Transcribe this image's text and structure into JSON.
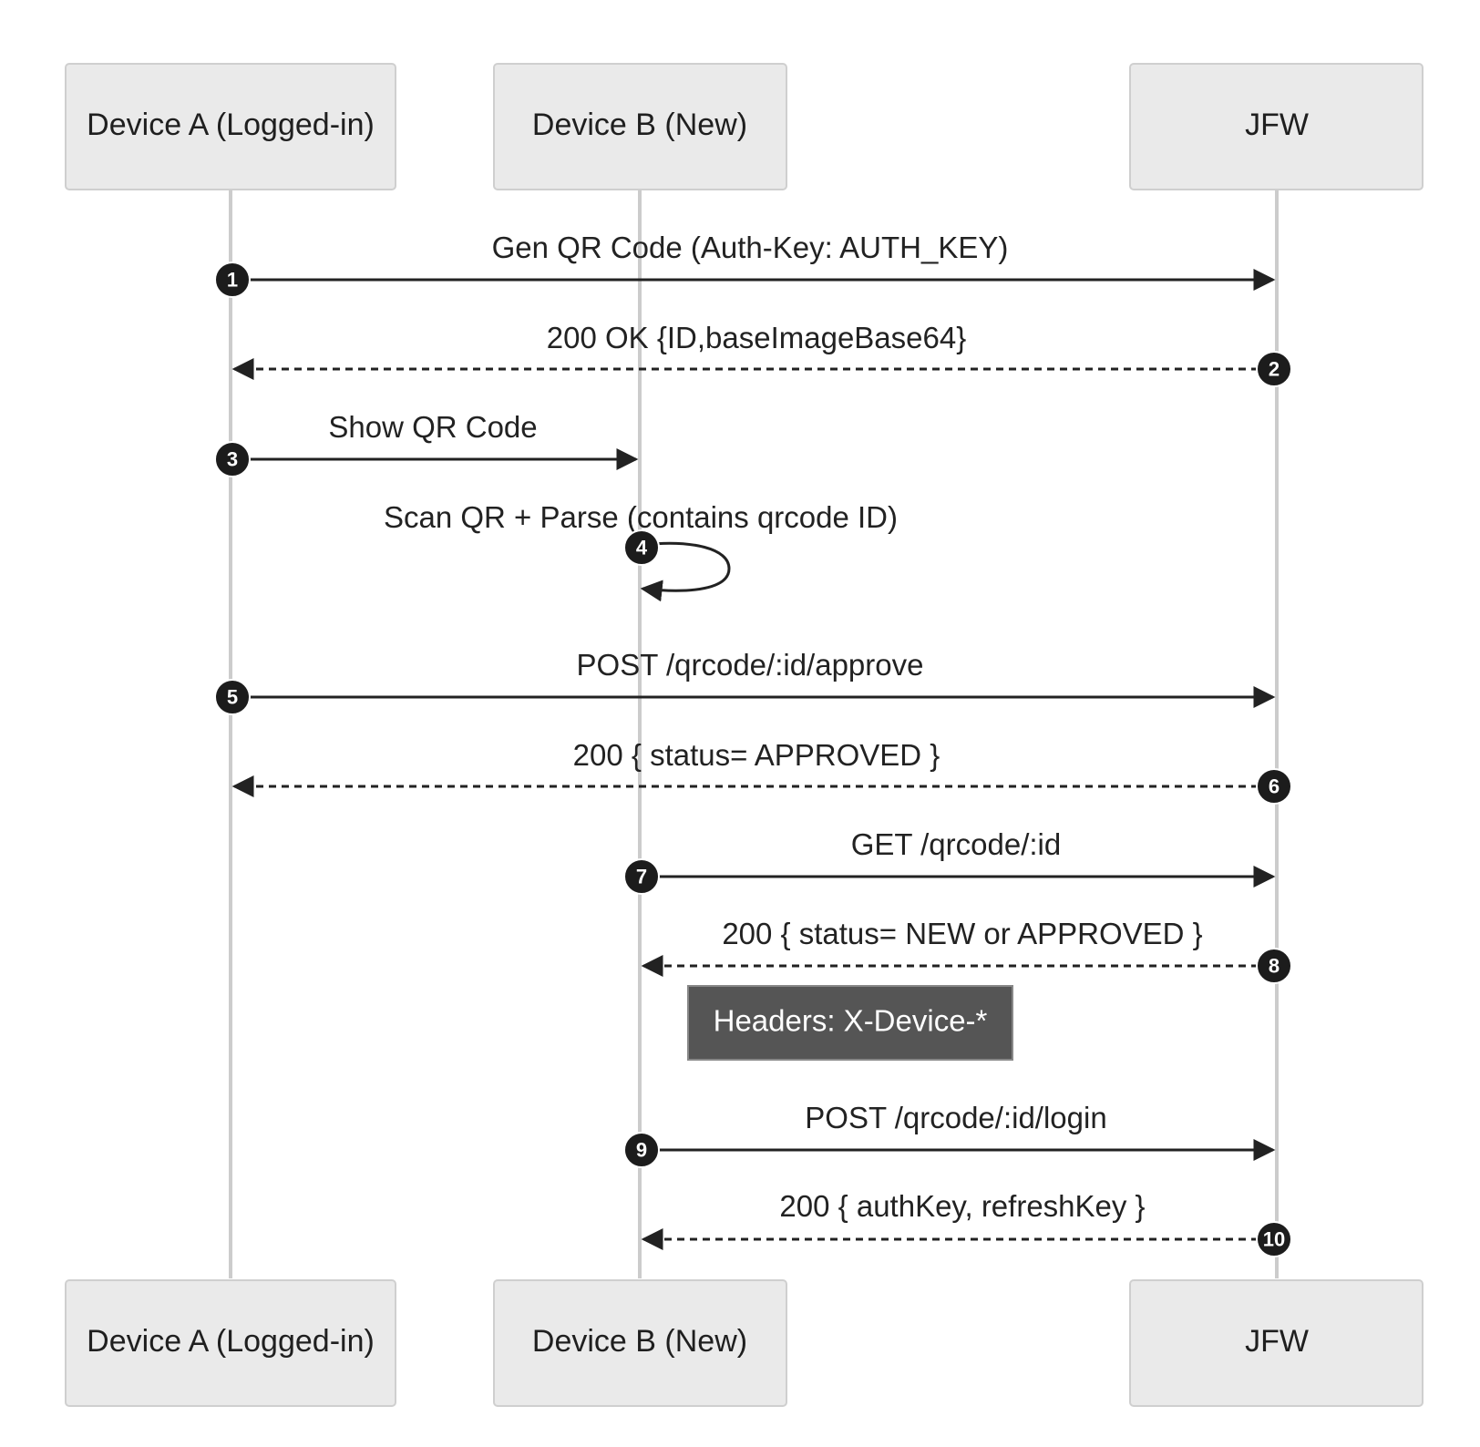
{
  "participants": [
    {
      "id": "a",
      "label": "Device A (Logged-in)"
    },
    {
      "id": "b",
      "label": "Device B (New)"
    },
    {
      "id": "j",
      "label": "JFW"
    }
  ],
  "messages": [
    {
      "num": "1",
      "from": "a",
      "to": "j",
      "text": "Gen QR Code (Auth-Key: AUTH_KEY)",
      "style": "solid"
    },
    {
      "num": "2",
      "from": "j",
      "to": "a",
      "text": "200 OK {ID,baseImageBase64}",
      "style": "dashed"
    },
    {
      "num": "3",
      "from": "a",
      "to": "b",
      "text": "Show QR Code",
      "style": "solid"
    },
    {
      "num": "4",
      "from": "b",
      "to": "b",
      "text": "Scan QR + Parse (contains qrcode ID)",
      "style": "solid"
    },
    {
      "num": "5",
      "from": "a",
      "to": "j",
      "text": "POST /qrcode/:id/approve",
      "style": "solid"
    },
    {
      "num": "6",
      "from": "j",
      "to": "a",
      "text": "200 { status= APPROVED }",
      "style": "dashed"
    },
    {
      "num": "7",
      "from": "b",
      "to": "j",
      "text": "GET /qrcode/:id",
      "style": "solid"
    },
    {
      "num": "8",
      "from": "j",
      "to": "b",
      "text": "200 { status= NEW or APPROVED }",
      "style": "dashed"
    },
    {
      "num": "9",
      "from": "b",
      "to": "j",
      "text": "POST /qrcode/:id/login",
      "style": "solid"
    },
    {
      "num": "10",
      "from": "j",
      "to": "b",
      "text": "200 { authKey, refreshKey }",
      "style": "dashed"
    }
  ],
  "note": {
    "text": "Headers: X-Device-*",
    "over": "b"
  }
}
